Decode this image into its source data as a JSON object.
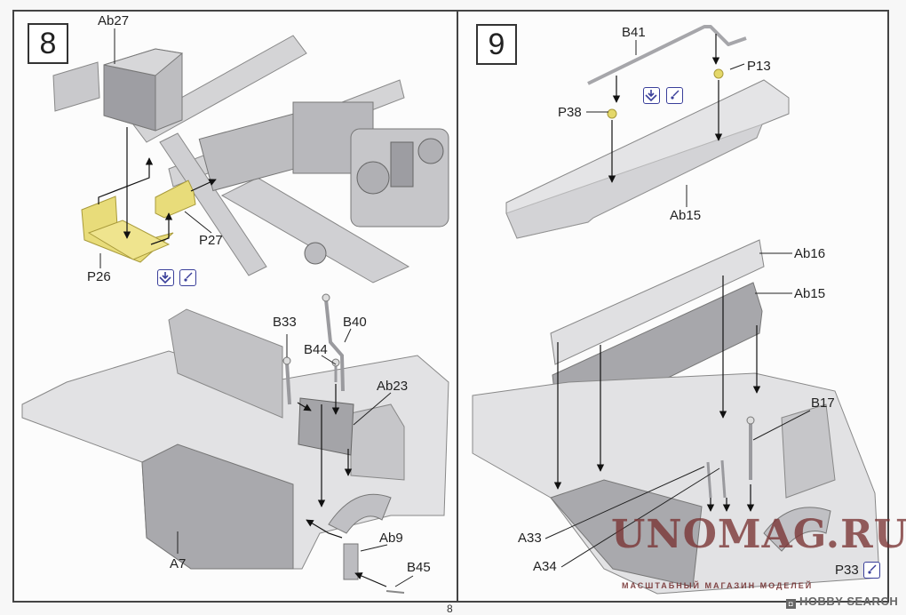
{
  "steps": [
    {
      "number": "8",
      "parts": {
        "ab27": "Ab27",
        "p26": "P26",
        "p27": "P27",
        "b33": "B33",
        "b40": "B40",
        "b44": "B44",
        "ab23": "Ab23",
        "a7": "A7",
        "ab9": "Ab9",
        "b45": "B45"
      },
      "icons": [
        "photo-etch-fold-icon",
        "glue-icon"
      ]
    },
    {
      "number": "9",
      "parts": {
        "b41": "B41",
        "p13": "P13",
        "p38": "P38",
        "ab15_top": "Ab15",
        "ab16": "Ab16",
        "ab15_mid": "Ab15",
        "b17": "B17",
        "a33": "A33",
        "a34": "A34",
        "p33": "P33"
      },
      "icons": [
        "photo-etch-fold-icon",
        "glue-icon",
        "glue-icon"
      ]
    }
  ],
  "watermark": {
    "title": "UNOMAG.RU",
    "subtitle": "МАСШТАБНЫЙ МАГАЗИН МОДЕЛЕЙ"
  },
  "credit": "HOBBY SEARCH",
  "page_number": "8",
  "colors": {
    "part_gray": "#c9c9cc",
    "photo_etch_yellow": "#e8dc7a",
    "icon_blue": "#3a3f9a",
    "watermark_red": "#7a3232"
  }
}
